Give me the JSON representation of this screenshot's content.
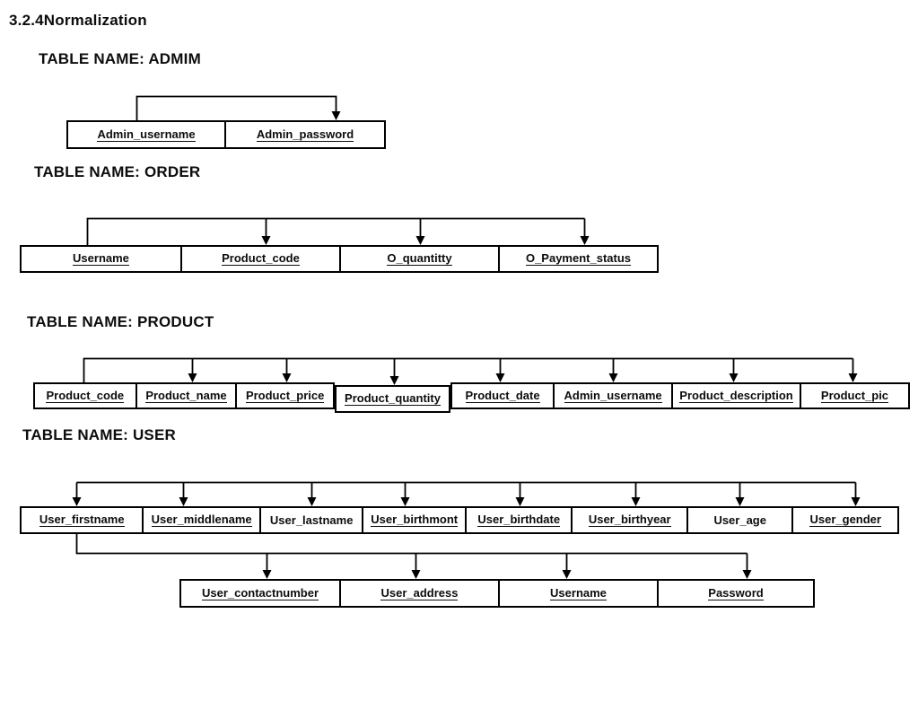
{
  "page": {
    "title": "3.2.4Normalization"
  },
  "diagram": {
    "line_color": "#000000",
    "text_color": "#0d0d0d",
    "background": "#ffffff"
  },
  "tables": [
    {
      "heading": "TABLE NAME: ADMIM",
      "fields": [
        {
          "label": "Admin_username",
          "underlined": true
        },
        {
          "label": "Admin_password",
          "underlined": true
        }
      ]
    },
    {
      "heading": "TABLE NAME: ORDER",
      "fields": [
        {
          "label": "Username",
          "underlined": true
        },
        {
          "label": "Product_code",
          "underlined": true
        },
        {
          "label": "O_quantitty",
          "underlined": true
        },
        {
          "label": "O_Payment_status",
          "underlined": true
        }
      ]
    },
    {
      "heading": "TABLE NAME: PRODUCT",
      "fields": [
        {
          "label": "Product_code",
          "underlined": true
        },
        {
          "label": "Product_name",
          "underlined": true
        },
        {
          "label": "Product_price",
          "underlined": true
        },
        {
          "label": "Product_quantity",
          "underlined": true
        },
        {
          "label": "Product_date",
          "underlined": true
        },
        {
          "label": "Admin_username",
          "underlined": true
        },
        {
          "label": "Product_description",
          "underlined": true
        },
        {
          "label": "Product_pic",
          "underlined": true
        }
      ]
    },
    {
      "heading": "TABLE NAME: USER",
      "fields": [
        {
          "label": "User_firstname",
          "underlined": true
        },
        {
          "label": "User_middlename",
          "underlined": true
        },
        {
          "label": "User_lastname",
          "underlined": false
        },
        {
          "label": "User_birthmont",
          "underlined": true
        },
        {
          "label": "User_birthdate",
          "underlined": true
        },
        {
          "label": "User_birthyear",
          "underlined": true
        },
        {
          "label": "User_age",
          "underlined": false
        },
        {
          "label": "User_gender",
          "underlined": true
        }
      ],
      "fields2": [
        {
          "label": "User_contactnumber",
          "underlined": true
        },
        {
          "label": "User_address",
          "underlined": true
        },
        {
          "label": "Username",
          "underlined": true
        },
        {
          "label": "Password",
          "underlined": true
        }
      ]
    }
  ]
}
